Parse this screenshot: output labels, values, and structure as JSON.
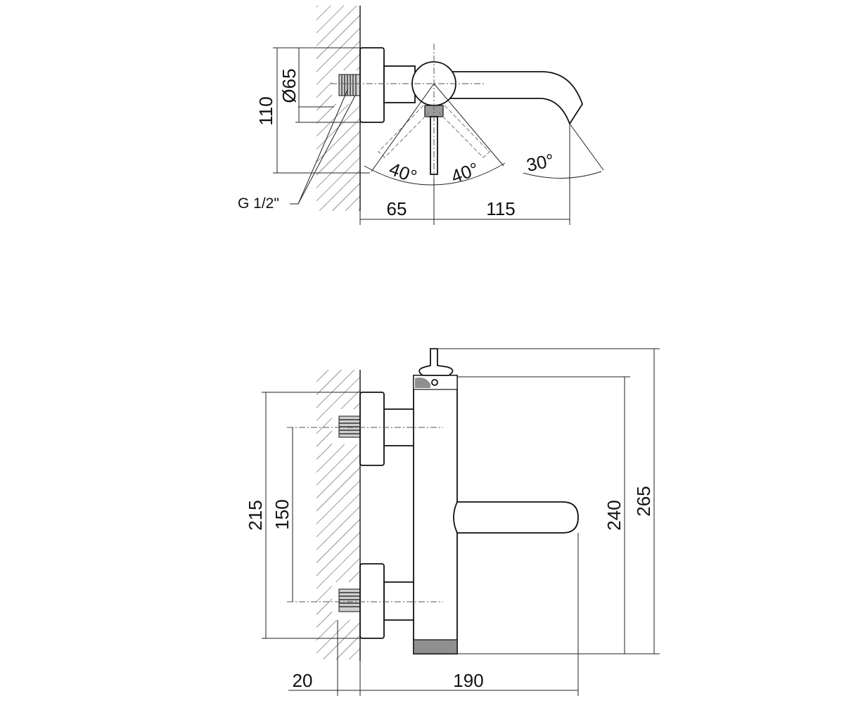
{
  "top_view": {
    "diameter_label": "Ø65",
    "height_label": "110",
    "thread_label": "G 1/2\"",
    "angle_left": "40°",
    "angle_right": "40°",
    "angle_spout": "30°",
    "width_left": "65",
    "width_right": "115"
  },
  "front_view": {
    "height_outer_left": "215",
    "height_inner_left": "150",
    "height_body": "240",
    "height_total": "265",
    "width_wall": "20",
    "width_total": "190"
  }
}
